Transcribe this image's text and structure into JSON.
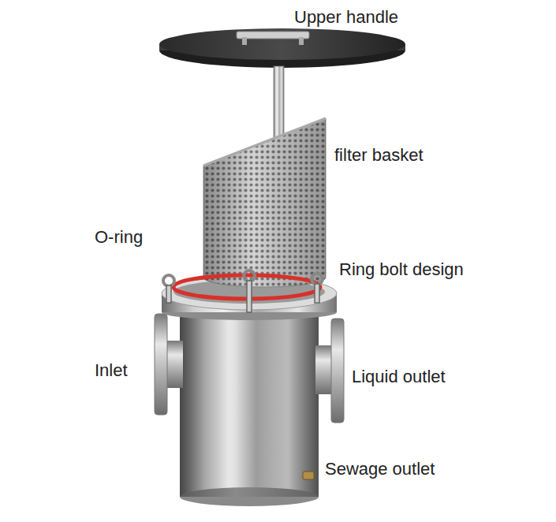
{
  "diagram": {
    "labels": [
      "Upper handle",
      "filter basket",
      "O-ring",
      "Ring bolt design",
      "Inlet",
      "Liquid outlet",
      "Sewage outlet"
    ]
  }
}
